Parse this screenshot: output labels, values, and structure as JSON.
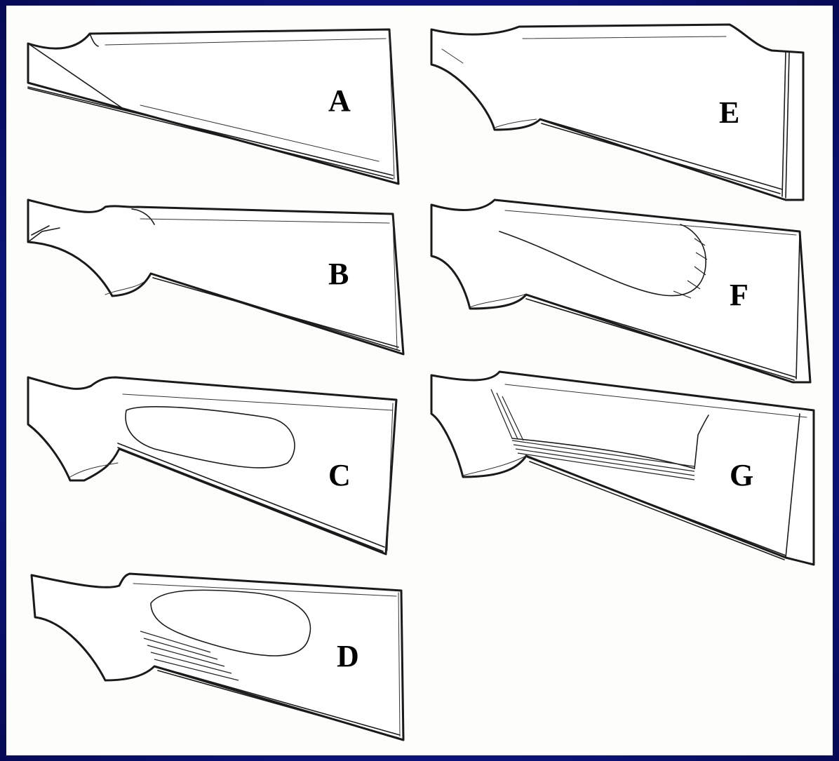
{
  "labels": {
    "a": "A",
    "b": "B",
    "c": "C",
    "d": "D",
    "e": "E",
    "f": "F",
    "g": "G"
  },
  "colors": {
    "border": "#0b137a",
    "background": "#fdfdfb",
    "ink": "#1a1a1a"
  }
}
